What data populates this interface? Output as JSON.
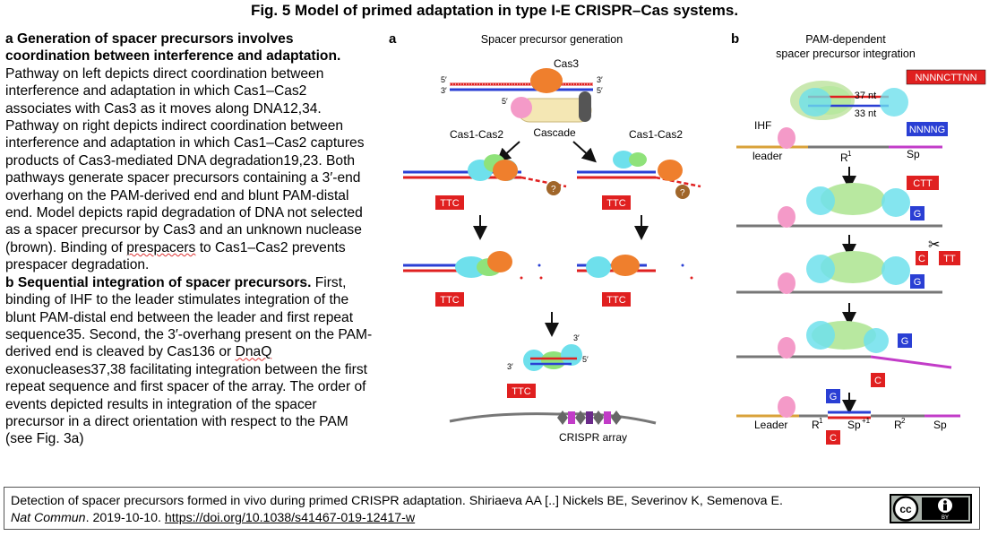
{
  "title": "Fig. 5 Model of primed adaptation in type I-E CRISPR–Cas systems.",
  "legend": {
    "a_heading": "a Generation of spacer precursors involves coordination between interference and adaptation.",
    "a_text": " Pathway on left depicts direct coordination between interference and adaptation in which Cas1–Cas2 associates with Cas3 as it moves along DNA12,34. Pathway on right depicts indirect coordination between interference and adaptation in which Cas1–Cas2 captures products of Cas3-mediated DNA degradation19,23. Both pathways generate spacer precursors containing a 3′-end overhang on the PAM-derived end and blunt PAM-distal end. Model depicts rapid degradation of DNA not selected as a spacer precursor by Cas3 and an unknown nuclease (brown). Binding of ",
    "a_wavy": "prespacers",
    "a_text2": " to Cas1–Cas2 prevents prespacer degradation.",
    "b_heading": "b Sequential integration of spacer precursors.",
    "b_text": " First, binding of IHF to the leader stimulates integration of the blunt PAM-distal end between the leader and first repeat sequence35. Second, the 3′-overhang present on the PAM-derived end is cleaved by Cas136 or ",
    "b_wavy": "DnaQ",
    "b_text2": " exonucleases37,38 facilitating integration between the first repeat sequence and first spacer of the array. The order of events depicted results in integration of the spacer precursor in a direct orientation with respect to the PAM (see Fig. 3a)"
  },
  "figure": {
    "panel_a": {
      "letter": "a",
      "title": "Spacer precursor generation",
      "cas3": "Cas3",
      "cascade": "Cascade",
      "cas12_left": "Cas1-Cas2",
      "cas12_right": "Cas1-Cas2",
      "ttc": "TTC",
      "question": "?",
      "crispr_array": "CRISPR array",
      "prime5": "5′",
      "prime3": "3′"
    },
    "panel_b": {
      "letter": "b",
      "title_line1": "PAM-dependent",
      "title_line2": "spacer precursor integration",
      "nt37": "37 nt",
      "nt33": "33 nt",
      "nnnnctt": "NNNNCTTNN",
      "nnnng": "NNNNG",
      "ihf": "IHF",
      "leader": "leader",
      "r1": "R",
      "sup1": "1",
      "sp": "Sp",
      "ctt": "CTT",
      "g": "G",
      "c": "C",
      "tt": "TT",
      "leader_cap": "Leader",
      "spplus": "Sp",
      "supplus1": "+1",
      "r2": "R",
      "sup2": "2"
    }
  },
  "citation": {
    "line1": "Detection of spacer precursors formed in vivo during primed CRISPR adaptation. Shiriaeva AA [..] Nickels BE, Severinov K, Semenova E.",
    "journal": "Nat Commun",
    "date": ". 2019-10-10. ",
    "doi": "https://doi.org/10.1038/s41467-019-12417-w"
  },
  "license": {
    "cc": "cc",
    "by": "BY"
  },
  "colors": {
    "red": "#e02020",
    "blue": "#2a3fd4",
    "cyan": "#6ee0ec",
    "orange": "#ef7f2d",
    "green": "#b8e8a0",
    "magenta": "#c23cc8",
    "gold": "#d9a23a",
    "pink": "#f49ac8",
    "brown": "#a0662a"
  }
}
